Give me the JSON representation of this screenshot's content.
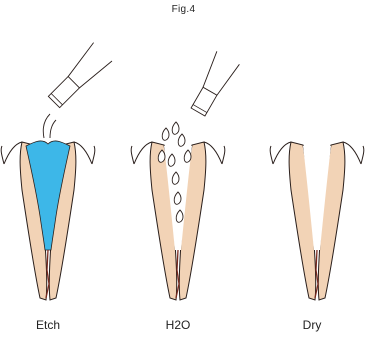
{
  "figure": {
    "title": "Fig.4"
  },
  "panels": [
    {
      "label": "Etch"
    },
    {
      "label": "H2O"
    },
    {
      "label": "Dry"
    }
  ],
  "colors": {
    "tooth": "#f2d3b6",
    "outline": "#2a1f1c",
    "etch_gel": "#3db7e8",
    "water": "#ffffff",
    "canal": "#7a2a1e"
  }
}
